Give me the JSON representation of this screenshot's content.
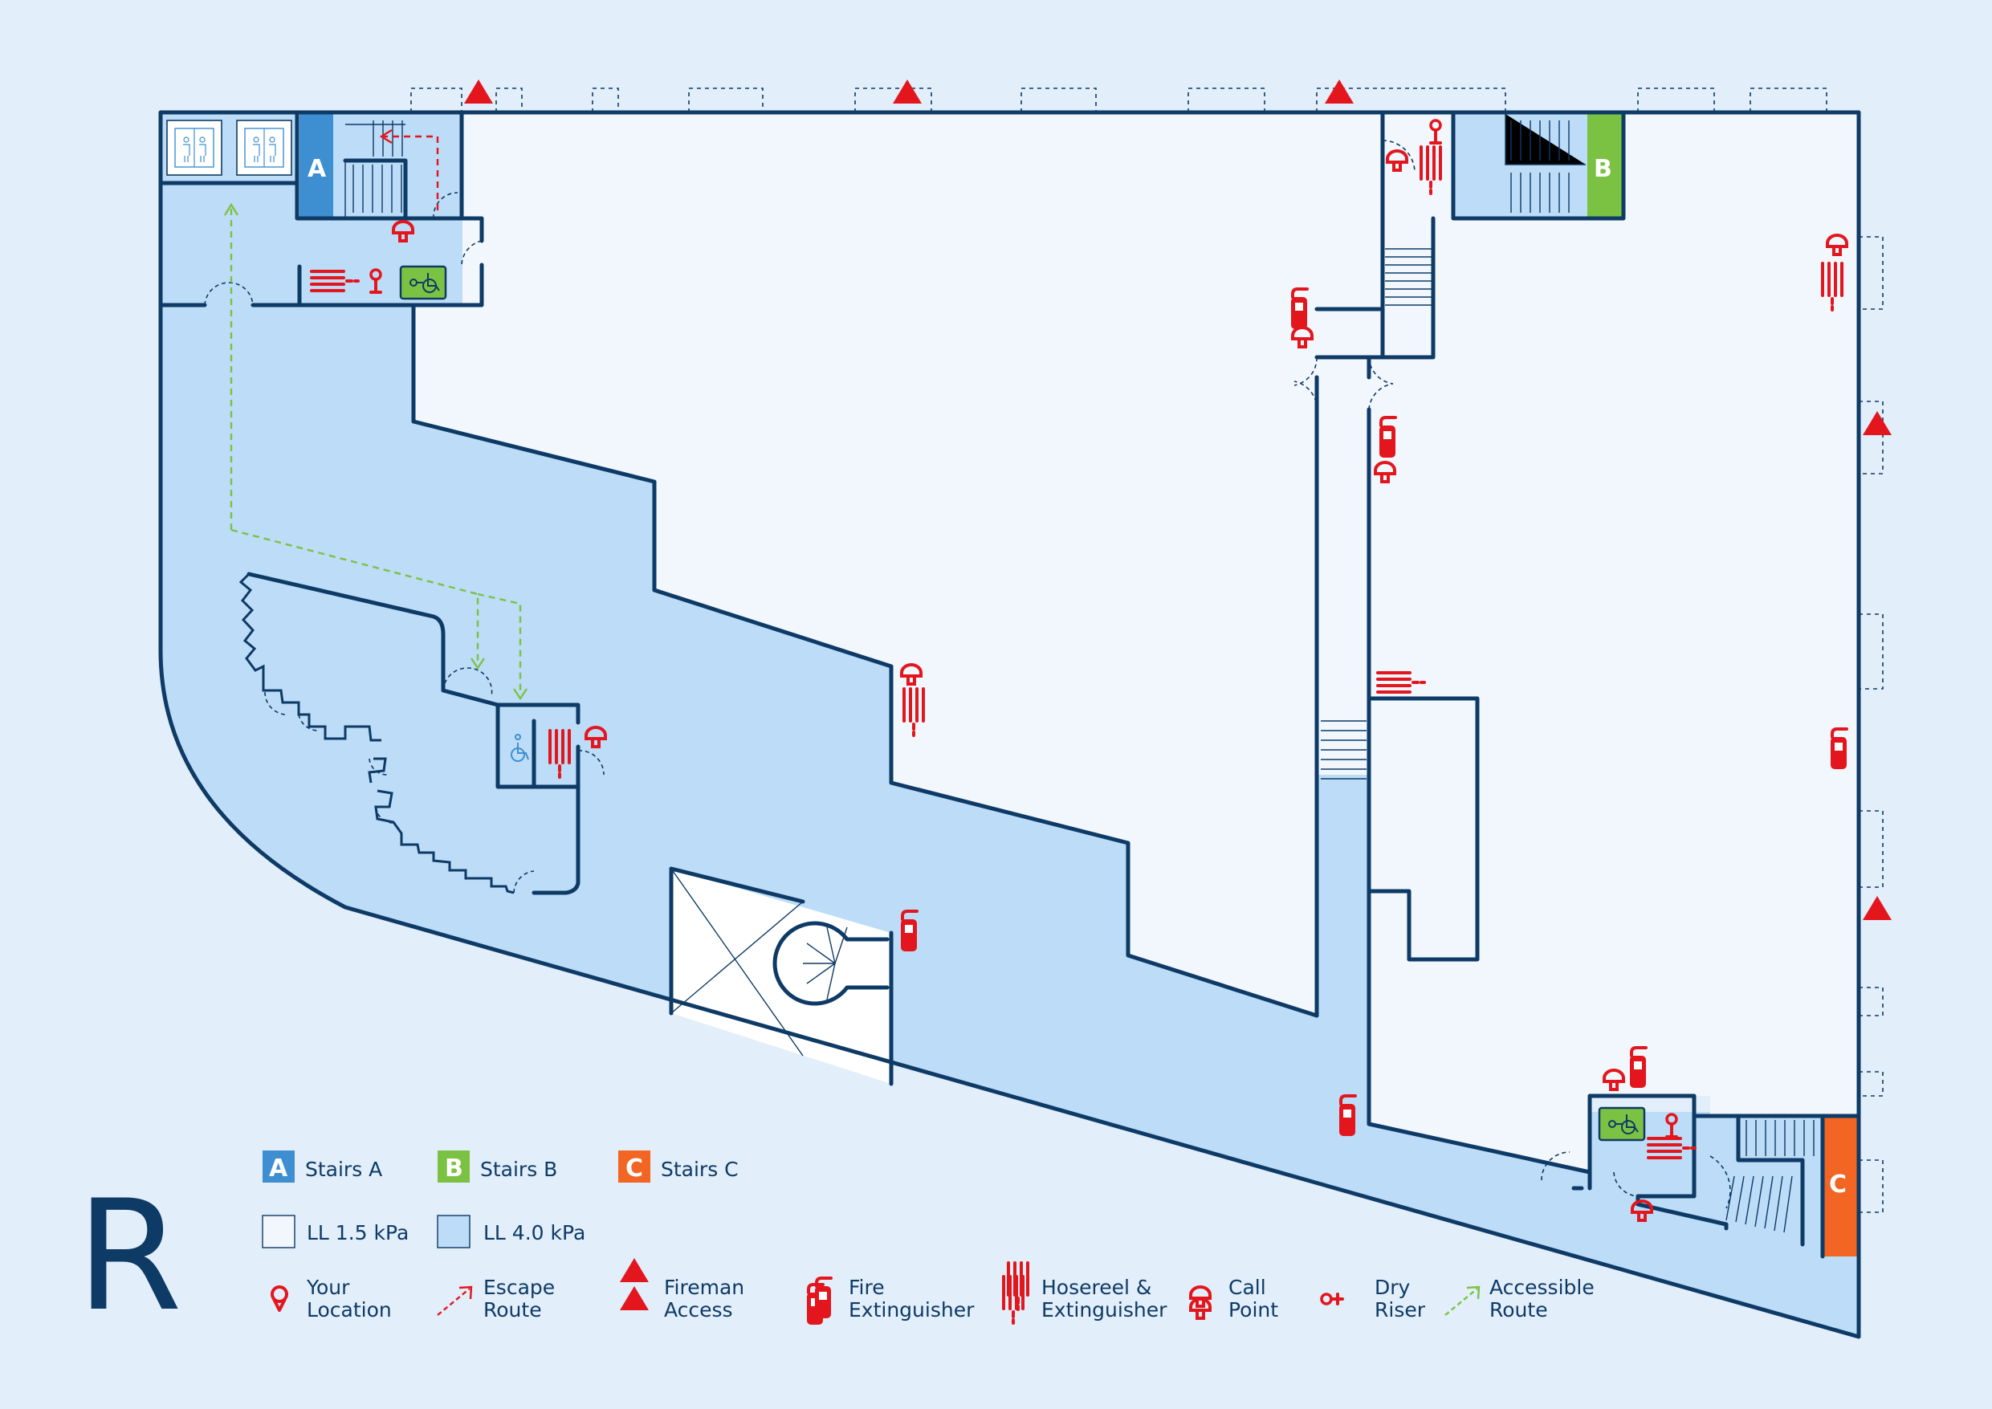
{
  "logo": "R",
  "colors": {
    "background": "#e2eef9",
    "ll_low": "#f1f7fd",
    "ll_high": "#bcdcf7",
    "wall": "#0e3a66",
    "stairs_a": "#3d8fd1",
    "stairs_b": "#7cc242",
    "stairs_c": "#f26522",
    "fire_red": "#e3161d",
    "accessible_green": "#7cc242"
  },
  "stair_labels": {
    "a": "A",
    "b": "B",
    "c": "C"
  },
  "legend": {
    "stairs_a": {
      "badge": "A",
      "label": "Stairs A"
    },
    "stairs_b": {
      "badge": "B",
      "label": "Stairs B"
    },
    "stairs_c": {
      "badge": "C",
      "label": "Stairs C"
    },
    "ll_low": "LL 1.5 kPa",
    "ll_high": "LL 4.0 kPa",
    "your_location": [
      "Your",
      "Location"
    ],
    "escape_route": [
      "Escape",
      "Route"
    ],
    "fireman_access": [
      "Fireman",
      "Access"
    ],
    "fire_extinguisher": [
      "Fire",
      "Extinguisher"
    ],
    "hosereel": [
      "Hosereel &",
      "Extinguisher"
    ],
    "call_point": [
      "Call",
      "Point"
    ],
    "dry_riser": [
      "Dry",
      "Riser"
    ],
    "accessible_route": [
      "Accessible",
      "Route"
    ]
  },
  "icons": [
    "lift-icon",
    "stairs-icon",
    "fireman-access-icon",
    "fire-extinguisher-icon",
    "hosereel-icon",
    "call-point-icon",
    "dry-riser-icon",
    "accessible-toilet-icon",
    "wheelchair-icon",
    "location-pin-icon",
    "escape-route-arrow-icon",
    "accessible-route-arrow-icon"
  ]
}
